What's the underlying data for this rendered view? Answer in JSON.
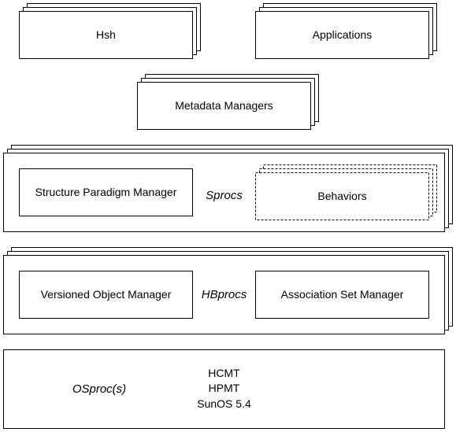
{
  "layers": {
    "hsh": {
      "label": "Hsh"
    },
    "applications": {
      "label": "Applications"
    },
    "metadata_managers": {
      "label": "Metadata Managers"
    },
    "sprocs": {
      "name": "Sprocs",
      "structure_paradigm_manager": "Structure Paradigm Manager",
      "behaviors": "Behaviors"
    },
    "hbprocs": {
      "name": "HBprocs",
      "versioned_object_manager": "Versioned Object Manager",
      "association_set_manager": "Association Set Manager"
    },
    "osprocs": {
      "name": "OSproc(s)",
      "lines": [
        "HCMT",
        "HPMT",
        "SunOS 5.4"
      ]
    }
  }
}
